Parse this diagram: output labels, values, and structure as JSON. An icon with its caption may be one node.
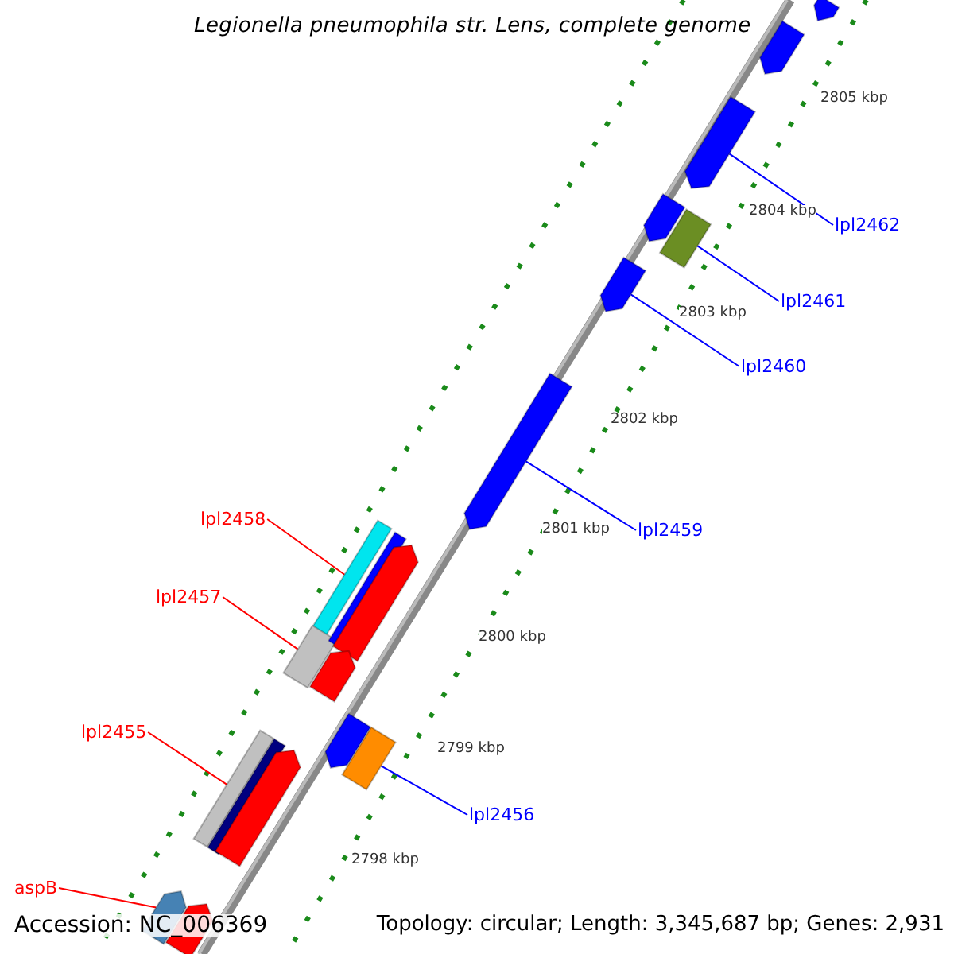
{
  "diagram": {
    "title": "Legionella pneumophila str. Lens, complete genome",
    "nodes": [
      {
        "text": [
          "lpl2462"
        ]
      },
      {
        "text": [],
        "shape": "bar"
      },
      {
        "text": [
          "lpl2461"
        ]
      },
      {
        "text": [],
        "shape": "bar"
      },
      {
        "text": [
          "lpl2460"
        ]
      },
      {
        "text": [],
        "shape": "bar"
      },
      {
        "text": [
          "lpl2458"
        ]
      },
      {
        "text": [],
        "shape": "bar"
      },
      {
        "text": [
          "lpl2459"
        ]
      },
      {
        "text": [],
        "shape": "bar"
      },
      {
        "text": [
          "lpl2457"
        ]
      },
      {
        "text": [],
        "shape": "bar"
      },
      {
        "text": [
          "lpl2455"
        ]
      },
      {
        "text": [],
        "shape": "bar"
      },
      {
        "text": [
          "lpl2456"
        ]
      },
      {
        "text": [],
        "shape": "bar"
      },
      {
        "text": [
          "aspB"
        ]
      },
      {
        "text": [],
        "shape": "bar"
      },
      {
        "text": [],
        "shape": "bar"
      },
      {
        "text": [],
        "shape": "bar"
      },
      {
        "text": [],
        "shape": "bar"
      },
      {
        "text": [],
        "shape": "bar"
      },
      {
        "text": [],
        "shape": "bar"
      },
      {
        "text": [],
        "shape": "bar"
      },
      {
        "text": [],
        "shape": "bar"
      },
      {
        "text": [],
        "shape": "bar"
      },
      {
        "text": [],
        "shape": "bar"
      },
      {
        "text": [],
        "shape": "bar"
      }
    ],
    "edges": [
      {
        "from": 0,
        "to": 1,
        "arrow": "none"
      },
      {
        "from": 2,
        "to": 3,
        "arrow": "none"
      },
      {
        "from": 4,
        "to": 5,
        "arrow": "none"
      },
      {
        "from": 6,
        "to": 7,
        "arrow": "none",
        "color": "#ff0000"
      },
      {
        "from": 8,
        "to": 9,
        "arrow": "none"
      },
      {
        "from": 10,
        "to": 11,
        "arrow": "none",
        "color": "#ff0000"
      },
      {
        "from": 12,
        "to": 13,
        "arrow": "none",
        "color": "#ff0000"
      },
      {
        "from": 14,
        "to": 15,
        "arrow": "none"
      },
      {
        "from": 16,
        "to": 17,
        "arrow": "none",
        "color": "#ff0000"
      }
    ],
    "labels": [
      "2805 kbp",
      "2804 kbp",
      "2803 kbp",
      "2802 kbp",
      "2801 kbp",
      "2800 kbp",
      "2799 kbp",
      "2798 kbp",
      "Accession: NC_006369",
      "Topology: circular; Length: 3,345,687 bp; Genes: 2,931"
    ]
  }
}
